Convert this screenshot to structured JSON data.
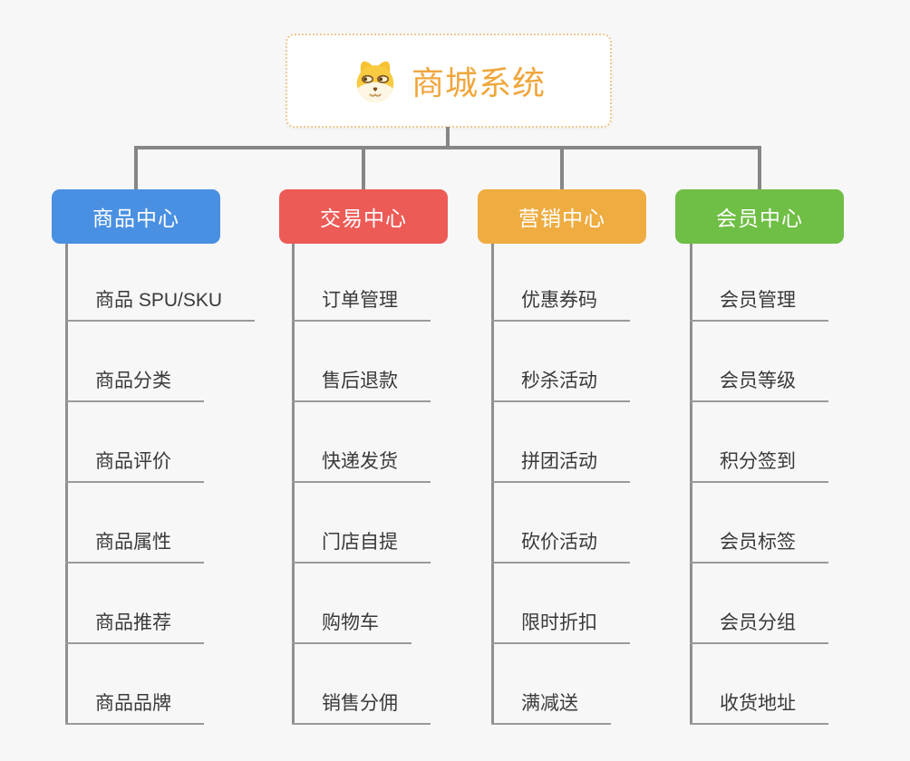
{
  "app": {
    "background_color": "#f7f7f7",
    "connector_color": "#868686",
    "underline_color": "#9a9a9a"
  },
  "root": {
    "title": "商城系统",
    "icon": "dog-icon",
    "text_color": "#f0a63c",
    "border_color": "#f0c88f"
  },
  "branches": [
    {
      "title": "商品中心",
      "color": "#4a90e2",
      "items": [
        "商品 SPU/SKU",
        "商品分类",
        "商品评价",
        "商品属性",
        "商品推荐",
        "商品品牌"
      ]
    },
    {
      "title": "交易中心",
      "color": "#ed5b56",
      "items": [
        "订单管理",
        "售后退款",
        "快递发货",
        "门店自提",
        "购物车",
        "销售分佣"
      ]
    },
    {
      "title": "营销中心",
      "color": "#efac41",
      "items": [
        "优惠券码",
        "秒杀活动",
        "拼团活动",
        "砍价活动",
        "限时折扣",
        "满减送"
      ]
    },
    {
      "title": "会员中心",
      "color": "#6fbe45",
      "items": [
        "会员管理",
        "会员等级",
        "积分签到",
        "会员标签",
        "会员分组",
        "收货地址"
      ]
    }
  ]
}
